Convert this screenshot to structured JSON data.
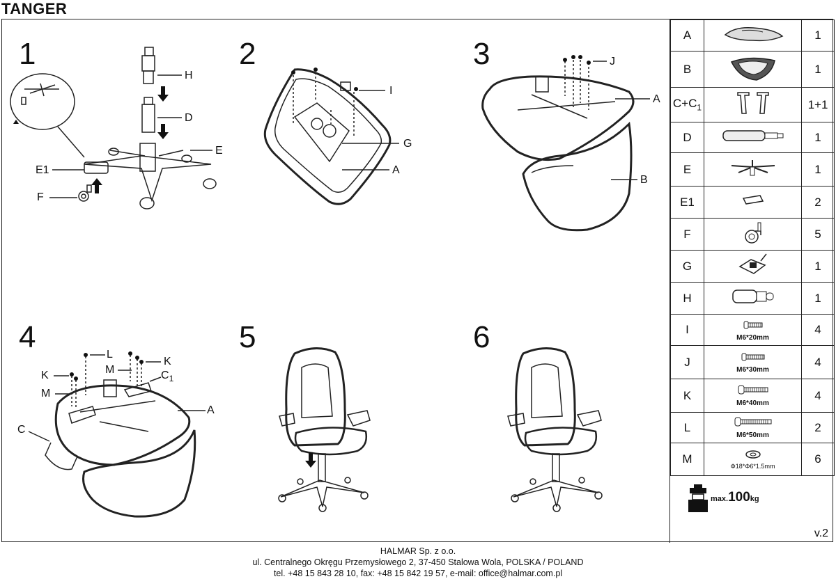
{
  "title": "TANGER",
  "steps": [
    {
      "num": "1",
      "labels": {
        "h": "H",
        "d": "D",
        "e": "E",
        "e1": "E1",
        "f": "F"
      }
    },
    {
      "num": "2",
      "labels": {
        "i": "I",
        "g": "G",
        "a": "A"
      }
    },
    {
      "num": "3",
      "labels": {
        "j": "J",
        "a": "A",
        "b": "B"
      }
    },
    {
      "num": "4",
      "labels": {
        "l": "L",
        "k1": "K",
        "k2": "K",
        "m1": "M",
        "m2": "M",
        "c1": "C",
        "c1sub": "1",
        "a": "A",
        "c": "C"
      }
    },
    {
      "num": "5"
    },
    {
      "num": "6"
    }
  ],
  "parts": [
    {
      "id": "A",
      "icon": "seat-icon",
      "qty": "1"
    },
    {
      "id": "B",
      "icon": "backrest-icon",
      "qty": "1"
    },
    {
      "id": "C+C",
      "sub": "1",
      "icon": "armrests-icon",
      "qty": "1+1"
    },
    {
      "id": "D",
      "icon": "gas-lift-icon",
      "qty": "1"
    },
    {
      "id": "E",
      "icon": "star-base-icon",
      "qty": "1"
    },
    {
      "id": "E1",
      "icon": "base-cover-icon",
      "qty": "2"
    },
    {
      "id": "F",
      "icon": "caster-icon",
      "qty": "5"
    },
    {
      "id": "G",
      "icon": "tilt-mechanism-icon",
      "qty": "1"
    },
    {
      "id": "H",
      "icon": "gas-lift-cover-icon",
      "qty": "1"
    },
    {
      "id": "I",
      "icon": "bolt-icon",
      "caption": "M6*20mm",
      "qty": "4"
    },
    {
      "id": "J",
      "icon": "bolt-icon",
      "caption": "M6*30mm",
      "qty": "4"
    },
    {
      "id": "K",
      "icon": "bolt-icon",
      "caption": "M6*40mm",
      "qty": "4"
    },
    {
      "id": "L",
      "icon": "bolt-icon",
      "caption": "M6*50mm",
      "qty": "2"
    },
    {
      "id": "M",
      "icon": "washer-icon",
      "caption": "Φ18*Φ6*1.5mm",
      "qty": "6"
    }
  ],
  "max": {
    "prefix": "max.",
    "value": "100",
    "unit": "kg"
  },
  "version": "v.2",
  "footer": {
    "company": "HALMAR Sp. z o.o.",
    "address": "ul. Centralnego Okręgu Przemysłowego 2, 37-450 Stalowa Wola, POLSKA / POLAND",
    "contact": "tel. +48 15 843 28 10, fax: +48 15 842 19 57, e-mail: office@halmar.com.pl"
  }
}
